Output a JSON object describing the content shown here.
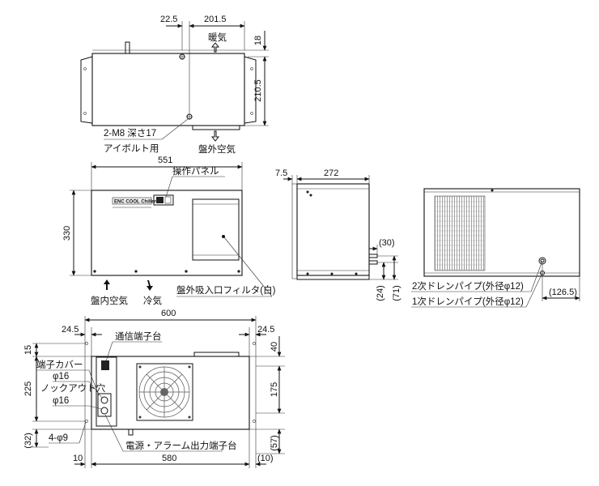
{
  "top_view": {
    "dims": {
      "d22_5": "22.5",
      "d201_5": "201.5",
      "d18": "18",
      "d210_5": "210.5"
    },
    "label_warm_air": "暖気",
    "label_outside_air": "盤外空気",
    "label_eyebolt_spec": "2-M8 深さ17",
    "label_eyebolt_use": "アイボルト用"
  },
  "front_view": {
    "dims": {
      "d551": "551",
      "d330": "330"
    },
    "label_control_panel": "操作パネル",
    "label_inside_air": "盤内空気",
    "label_cold_air": "冷気",
    "label_filter": "盤外吸入口フィルタ(白)",
    "brand_text": "ENC COOL Chiller"
  },
  "side_view": {
    "dims": {
      "d7_5": "7.5",
      "d272": "272",
      "d30": "(30)",
      "d24": "(24)",
      "d71": "(71)"
    }
  },
  "rear_view": {
    "label_drain2": "2次ドレンパイプ(外径φ12)",
    "label_drain1": "1次ドレンパイプ(外径φ12)",
    "dim_126_5": "(126.5)"
  },
  "bottom_view": {
    "dims": {
      "d600": "600",
      "d24_5_left": "24.5",
      "d24_5_right": "24.5",
      "d15": "15",
      "d225": "225",
      "d32": "(32)",
      "d40": "40",
      "d175": "175",
      "d57": "(57)",
      "d10_left": "10",
      "d580": "580",
      "d10_right": "(10)"
    },
    "label_comm_terminal": "通信端子台",
    "label_terminal_cover": "端子カバー",
    "label_phi16_a": "φ16",
    "label_knockout": "ノックアウト穴",
    "label_phi16_b": "φ16",
    "label_holes": "4-φ9",
    "label_power_terminal": "電源・アラーム出力端子台"
  }
}
